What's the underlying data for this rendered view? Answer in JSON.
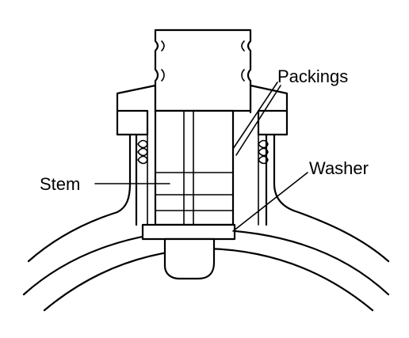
{
  "labels": {
    "packings": "Packings",
    "stem": "Stem",
    "washer": "Washer"
  },
  "colors": {
    "line": "#000000",
    "background": "#ffffff"
  }
}
